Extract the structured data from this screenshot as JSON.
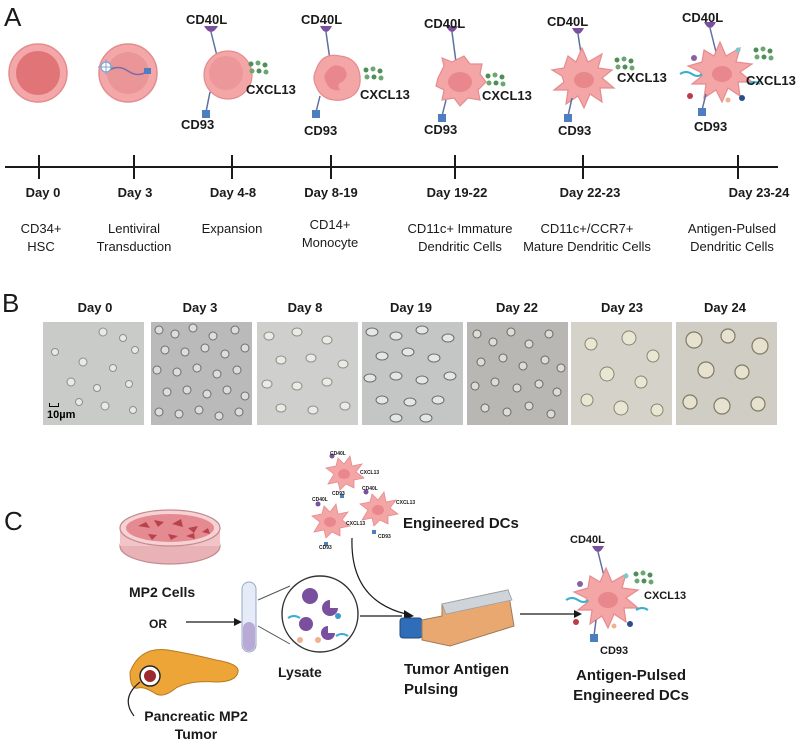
{
  "panels": {
    "a": "A",
    "b": "B",
    "c": "C"
  },
  "markers": {
    "cd40l": "CD40L",
    "cxcl13": "CXCL13",
    "cd93": "CD93"
  },
  "timeline": [
    {
      "day": "Day 0",
      "desc": "CD34+ HSC"
    },
    {
      "day": "Day 3",
      "desc": "Lentiviral Transduction"
    },
    {
      "day": "Day 4-8",
      "desc": "Expansion"
    },
    {
      "day": "Day 8-19",
      "desc": "CD14+ Monocyte"
    },
    {
      "day": "Day 19-22",
      "desc": "CD11c+ Immature Dendritic Cells"
    },
    {
      "day": "Day 22-23",
      "desc": "CD11c+/CCR7+ Mature Dendritic Cells"
    },
    {
      "day": "Day 23-24",
      "desc": "Antigen-Pulsed Dendritic Cells"
    }
  ],
  "micrographs": {
    "labels": [
      "Day 0",
      "Day 3",
      "Day 8",
      "Day 19",
      "Day 22",
      "Day 23",
      "Day 24"
    ],
    "scale_bar": "10µm"
  },
  "workflow": {
    "mp2_cells": "MP2 Cells",
    "or": "OR",
    "tumor": "Pancreatic MP2 Tumor",
    "lysate": "Lysate",
    "engineered_dcs": "Engineered DCs",
    "pulsing": "Tumor Antigen Pulsing",
    "result": "Antigen-Pulsed Engineered DCs"
  },
  "colors": {
    "cell_pink": "#f2a0a2",
    "nucleus": "#e98a8e",
    "green": "#5a9a5e",
    "purple": "#8a5fa8",
    "blue": "#4d7fc0",
    "orange": "#e8a65c"
  }
}
